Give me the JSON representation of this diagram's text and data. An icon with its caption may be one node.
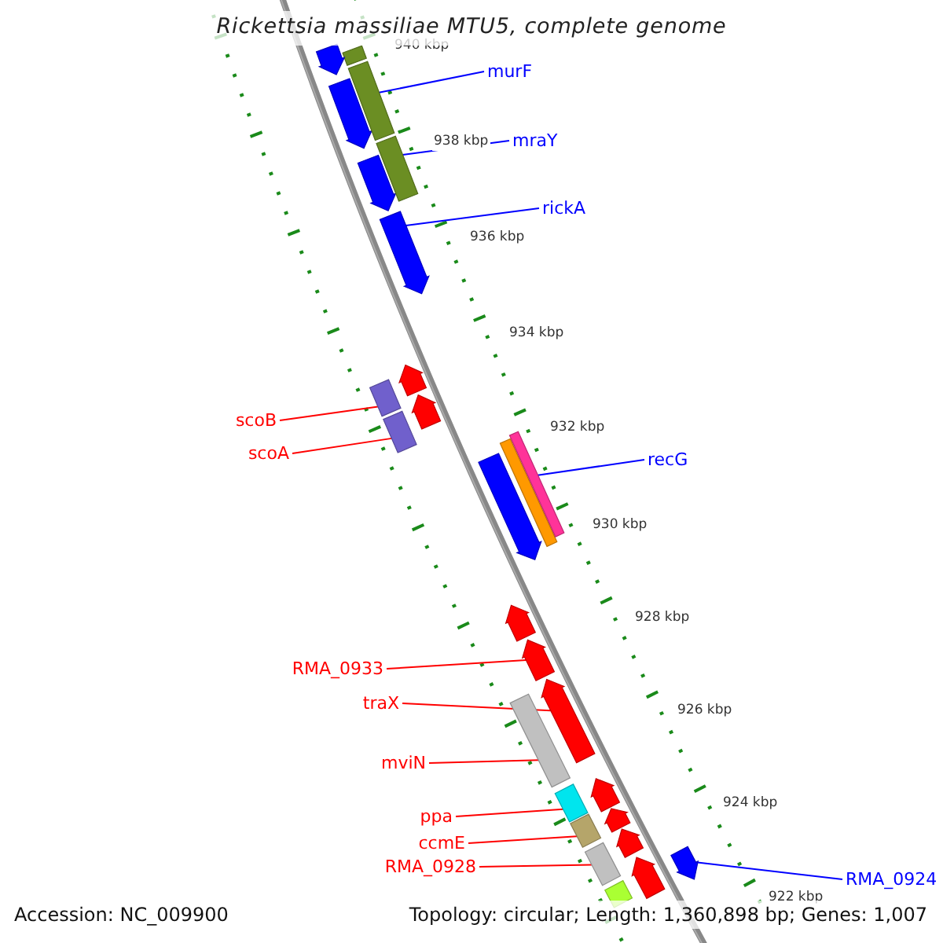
{
  "diagram": {
    "title": "Rickettsia massiliae MTU5, complete genome",
    "nodes": [
      {
        "text": [
          "murF"
        ]
      },
      {
        "text": [
          "mraY"
        ]
      },
      {
        "text": [
          "rickA"
        ]
      },
      {
        "text": [
          "recG"
        ]
      },
      {
        "text": [
          "RMA_0924"
        ]
      },
      {
        "text": [
          "scoB"
        ]
      },
      {
        "text": [
          "scoA"
        ]
      },
      {
        "text": [
          "RMA_0933"
        ]
      },
      {
        "text": [
          "traX"
        ]
      },
      {
        "text": [
          "mviN"
        ]
      },
      {
        "text": [
          "ppa"
        ]
      },
      {
        "text": [
          "ccmE"
        ]
      },
      {
        "text": [
          "RMA_0928"
        ]
      },
      {
        "text": [],
        "shape": "bar"
      },
      {
        "text": [],
        "shape": "arrow"
      },
      {
        "text": [],
        "shape": "arrow"
      },
      {
        "text": [],
        "shape": "bar"
      },
      {
        "text": [],
        "shape": "arrow"
      },
      {
        "text": [],
        "shape": "bar"
      },
      {
        "text": [],
        "shape": "arrow"
      },
      {
        "text": [],
        "shape": "bar"
      },
      {
        "text": [],
        "shape": "bar"
      },
      {
        "text": [],
        "shape": "arrow"
      },
      {
        "text": [],
        "shape": "arrow"
      },
      {
        "text": [],
        "shape": "arrow"
      },
      {
        "text": [],
        "shape": "bar"
      },
      {
        "text": [],
        "shape": "bar"
      },
      {
        "text": [],
        "shape": "arrow"
      },
      {
        "text": [],
        "shape": "arrow"
      },
      {
        "text": [],
        "shape": "arrow"
      },
      {
        "text": [],
        "shape": "bar"
      },
      {
        "text": [],
        "shape": "bar"
      },
      {
        "text": [],
        "shape": "arrow"
      },
      {
        "text": [],
        "shape": "arrow"
      },
      {
        "text": [],
        "shape": "bar"
      },
      {
        "text": [],
        "shape": "arrow"
      },
      {
        "text": [],
        "shape": "bar"
      },
      {
        "text": [],
        "shape": "bar"
      },
      {
        "text": [],
        "shape": "arrow"
      },
      {
        "text": [],
        "shape": "arrow"
      }
    ],
    "edges": [
      {
        "from": 0,
        "to": 16,
        "arrow": "none",
        "color": "#0000ff"
      },
      {
        "from": 1,
        "to": 18,
        "arrow": "none",
        "color": "#0000ff"
      },
      {
        "from": 2,
        "to": 19,
        "arrow": "none",
        "color": "#0000ff"
      },
      {
        "from": 3,
        "to": 26,
        "arrow": "none",
        "color": "#0000ff"
      },
      {
        "from": 4,
        "to": 39,
        "arrow": "none",
        "color": "#0000ff"
      },
      {
        "from": 5,
        "to": 20,
        "arrow": "none"
      },
      {
        "from": 6,
        "to": 21,
        "arrow": "none"
      },
      {
        "from": 7,
        "to": 28,
        "arrow": "none"
      },
      {
        "from": 8,
        "to": 29,
        "arrow": "none"
      },
      {
        "from": 9,
        "to": 30,
        "arrow": "none"
      },
      {
        "from": 10,
        "to": 31,
        "arrow": "none"
      },
      {
        "from": 11,
        "to": 34,
        "arrow": "none"
      },
      {
        "from": 12,
        "to": 36,
        "arrow": "none"
      }
    ],
    "labels": [
      "940 kbp",
      "938 kbp",
      "936 kbp",
      "934 kbp",
      "932 kbp",
      "930 kbp",
      "928 kbp",
      "926 kbp",
      "924 kbp",
      "922 kbp",
      "Accession: NC_009900",
      "Topology: circular; Length: 1,360,898 bp; Genes: 1,007"
    ]
  }
}
